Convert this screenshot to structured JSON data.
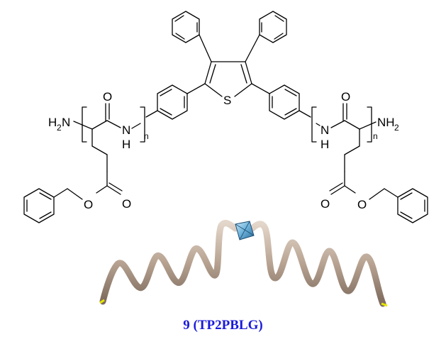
{
  "caption": "9 (TP2PBLG)",
  "caption_color": "#1a1adb",
  "labels": {
    "sulfur": "S",
    "oxygen": "O",
    "amine_left_h": "H",
    "amine_left_sub": "2",
    "amine_left_n": "N",
    "nitrogen": "N",
    "hydrogen": "H",
    "repeat": "n",
    "amine_right": "NH",
    "amine_right_sub": "2"
  },
  "helix_color": "#b8a392",
  "core_color": "#6ab0d8"
}
